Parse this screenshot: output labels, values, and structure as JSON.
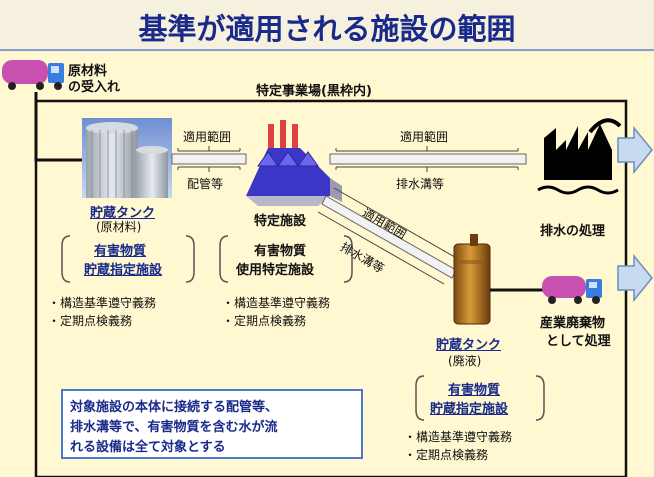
{
  "title": "基準が適用される施設の範囲",
  "raw_material_intake": [
    "原材料",
    "の受入れ"
  ],
  "site_label": "特定事業場(黒枠内)",
  "pipe_range_left": {
    "top": "適用範囲",
    "bottom": "配管等"
  },
  "drain_range_top": {
    "top": "適用範囲",
    "bottom": "排水溝等"
  },
  "drain_range_diag": {
    "top": "適用範囲",
    "bottom": "排水溝等"
  },
  "storage_tank_raw": {
    "name": "貯蔵タンク",
    "sub": "(原材料)"
  },
  "specified_facility": "特定施設",
  "wastewater": "排水の処理",
  "group_raw": [
    "有害物質",
    "貯蔵指定施設"
  ],
  "group_use": [
    "有害物質",
    "使用特定施設"
  ],
  "group_waste": [
    "有害物質",
    "貯蔵指定施設"
  ],
  "duties": [
    "・構造基準遵守義務",
    "・定期点検義務"
  ],
  "storage_tank_waste": {
    "name": "貯蔵タンク",
    "sub": "(廃液)"
  },
  "industrial_waste": [
    "産業廃棄物",
    "として処理"
  ],
  "note": [
    "対象施設の本体に接続する配管等、",
    "排水溝等で、有害物質を含む水が流",
    "れる設備は全て対象とする"
  ],
  "colors": {
    "title": "#1a2a8a",
    "accent": "#ffd84a",
    "frame": "#111111",
    "arrow": "#c8daf0"
  }
}
